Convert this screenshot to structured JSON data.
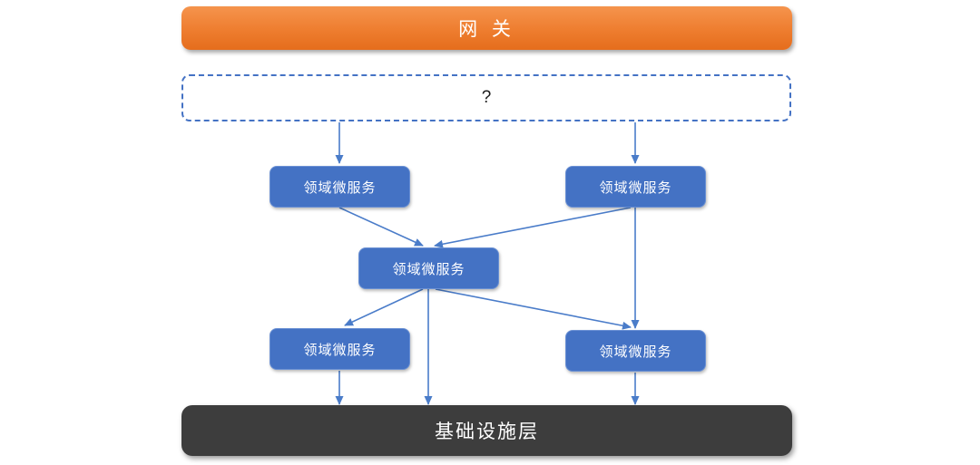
{
  "diagram": {
    "gateway": {
      "label": "网 关"
    },
    "unknown": {
      "label": "?"
    },
    "services": [
      {
        "id": "service-top-left",
        "label": "领域微服务"
      },
      {
        "id": "service-top-right",
        "label": "领域微服务"
      },
      {
        "id": "service-middle",
        "label": "领域微服务"
      },
      {
        "id": "service-bottom-left",
        "label": "领域微服务"
      },
      {
        "id": "service-bottom-right",
        "label": "领域微服务"
      }
    ],
    "infrastructure": {
      "label": "基础设施层"
    },
    "edges": [
      {
        "from": "unknown-layer",
        "to": "service-top-left"
      },
      {
        "from": "unknown-layer",
        "to": "service-top-right"
      },
      {
        "from": "service-top-left",
        "to": "service-middle"
      },
      {
        "from": "service-top-right",
        "to": "service-middle"
      },
      {
        "from": "service-top-right",
        "to": "service-bottom-right"
      },
      {
        "from": "service-middle",
        "to": "service-bottom-left"
      },
      {
        "from": "service-middle",
        "to": "infrastructure"
      },
      {
        "from": "service-middle",
        "to": "service-bottom-right"
      },
      {
        "from": "service-bottom-left",
        "to": "infrastructure"
      },
      {
        "from": "service-bottom-right",
        "to": "infrastructure"
      }
    ],
    "colors": {
      "gateway_gradient_top": "#f5944d",
      "gateway_gradient_mid": "#ee7d2f",
      "gateway_gradient_bottom": "#e56d1c",
      "service_fill": "#4472c4",
      "service_border": "#6a90d4",
      "infrastructure_fill": "#3d3d3d",
      "connector": "#4a7cc9",
      "dashed_border": "#4472c4",
      "text_on_dark": "#ffffff",
      "question_mark": "#1a1a1a"
    }
  }
}
